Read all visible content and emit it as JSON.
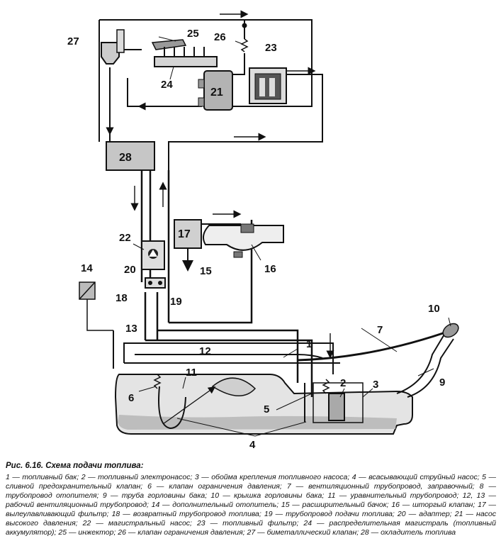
{
  "figure": {
    "title": "Рис. 6.16. Схема подачи топлива:",
    "legend_text": "1 — топливный бак; 2 — топливный электронасос; 3 — обойма крепления топливного насоса; 4 — всасывающий струйный насос; 5 — сливной предохранительный клапан; 6 — клапан ограничения давления; 7 — вентиляционный трубопровод, заправочный; 8 — трубопровод отопителя; 9 — труба горловины бака; 10 — крышка горловины бака; 11 — уравнительный трубопровод; 12, 13 — рабочий вентиляционный трубопровод; 14 — дополнительный отопитель; 15 — расширительный бачок; 16 — шторгый клапан; 17 — вылеулавливающий фильтр; 18 — возвратный трубопровод топлива; 19 — трубопровод подачи топлива; 20 — адаптер; 21 — насос высокого давления; 22 — магистральный насос; 23 — топливный фильтр; 24 — распределительная магистраль (топливный аккумулятор); 25 — инжектор; 26 — клапан ограничения давления; 27 — биметаллический клапан; 28 — охладитель топлива"
  },
  "labels": {
    "l1": "1",
    "l2": "2",
    "l3": "3",
    "l4": "4",
    "l5": "5",
    "l6": "6",
    "l7": "7",
    "l9": "9",
    "l10": "10",
    "l11": "11",
    "l12": "12",
    "l13": "13",
    "l14": "14",
    "l15": "15",
    "l16": "16",
    "l17": "17",
    "l18": "18",
    "l19": "19",
    "l20": "20",
    "l21": "21",
    "l22": "22",
    "l23": "23",
    "l24": "24",
    "l25": "25",
    "l26": "26",
    "l27": "27",
    "l28": "28"
  },
  "colors": {
    "line": "#111111",
    "fuel": "#c9c9c9",
    "tank": "#dcdcdc",
    "component": "#b8b8b8"
  }
}
